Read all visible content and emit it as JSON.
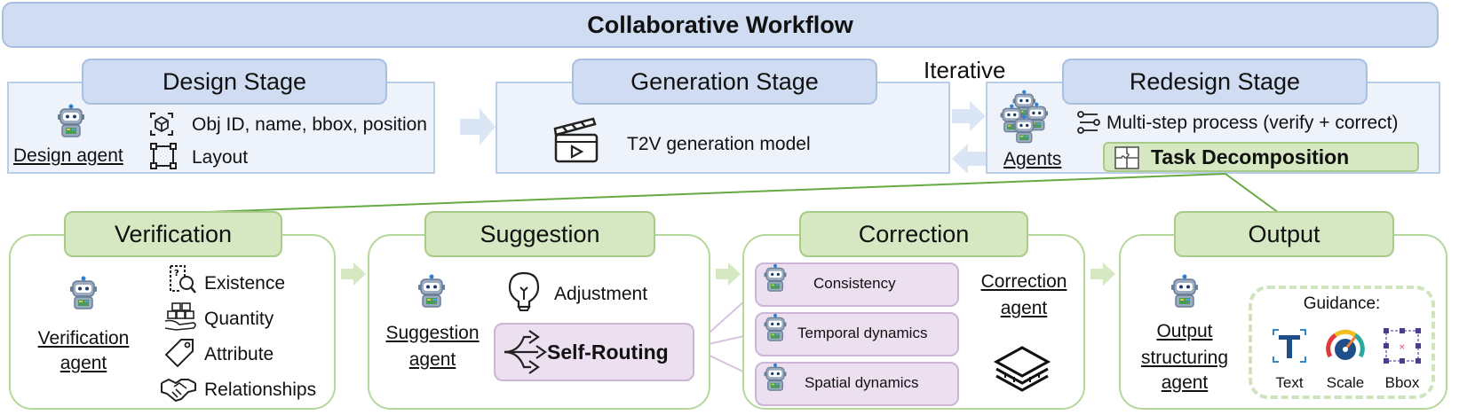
{
  "title": "Collaborative Workflow",
  "iterative_label": "Iterative",
  "design": {
    "title": "Design Stage",
    "agent": "Design agent",
    "items": [
      "Obj ID, name, bbox, position",
      "Layout"
    ]
  },
  "generation": {
    "title": "Generation Stage",
    "model": "T2V generation model"
  },
  "redesign": {
    "title": "Redesign Stage",
    "agents": "Agents",
    "process": "Multi-step process (verify + correct)",
    "task": "Task Decomposition"
  },
  "verification": {
    "title": "Verification",
    "agent_line1": "Verification",
    "agent_line2": "agent",
    "items": [
      "Existence",
      "Quantity",
      "Attribute",
      "Relationships"
    ]
  },
  "suggestion": {
    "title": "Suggestion",
    "agent_line1": "Suggestion",
    "agent_line2": "agent",
    "adjustment": "Adjustment",
    "routing": "Self-Routing"
  },
  "correction": {
    "title": "Correction",
    "items": [
      "Consistency",
      "Temporal dynamics",
      "Spatial dynamics"
    ],
    "agent_line1": "Correction",
    "agent_line2": "agent"
  },
  "output": {
    "title": "Output",
    "agent_line1": "Output",
    "agent_line2": "structuring",
    "agent_line3": "agent",
    "guidance": "Guidance:",
    "guidance_items": [
      "Text",
      "Scale",
      "Bbox"
    ]
  },
  "colors": {
    "blue_fill": "#cfdcf1",
    "green_fill": "#d5e8c2",
    "purple_fill": "#ebdff0",
    "robot_body": "#8a9bb3"
  }
}
